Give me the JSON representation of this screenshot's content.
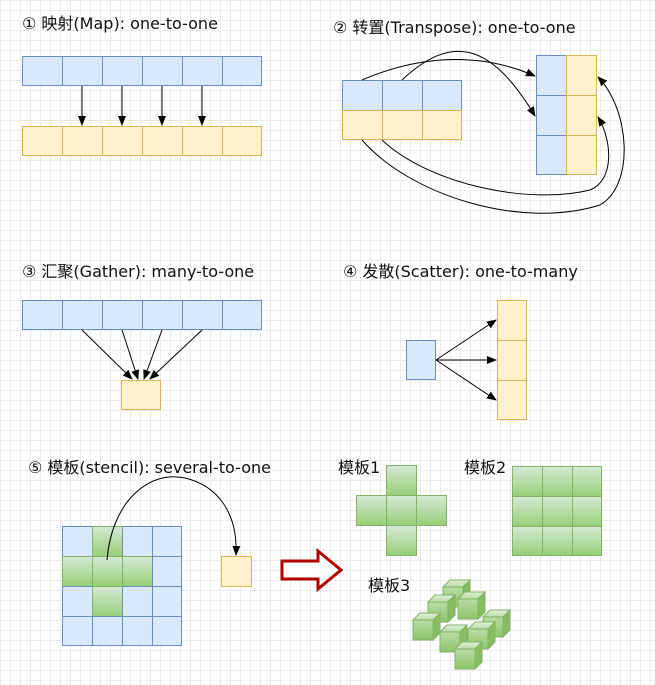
{
  "sections": {
    "map": {
      "title": "① 映射(Map): one-to-one"
    },
    "transpose": {
      "title": "② 转置(Transpose): one-to-one"
    },
    "gather": {
      "title": "③ 汇聚(Gather): many-to-one"
    },
    "scatter": {
      "title": "④ 发散(Scatter): one-to-many"
    },
    "stencil": {
      "title": "⑤ 模板(stencil): several-to-one"
    }
  },
  "stencils": {
    "s1": "模板1",
    "s2": "模板2",
    "s3": "模板3"
  },
  "colors": {
    "input_fill": "#dae8fc",
    "input_stroke": "#6c8ebf",
    "output_fill": "#fff2cc",
    "output_stroke": "#d6b656",
    "stencil_fill": "#97d077",
    "stencil_stroke": "#82b366",
    "big_arrow": "#b20000"
  }
}
